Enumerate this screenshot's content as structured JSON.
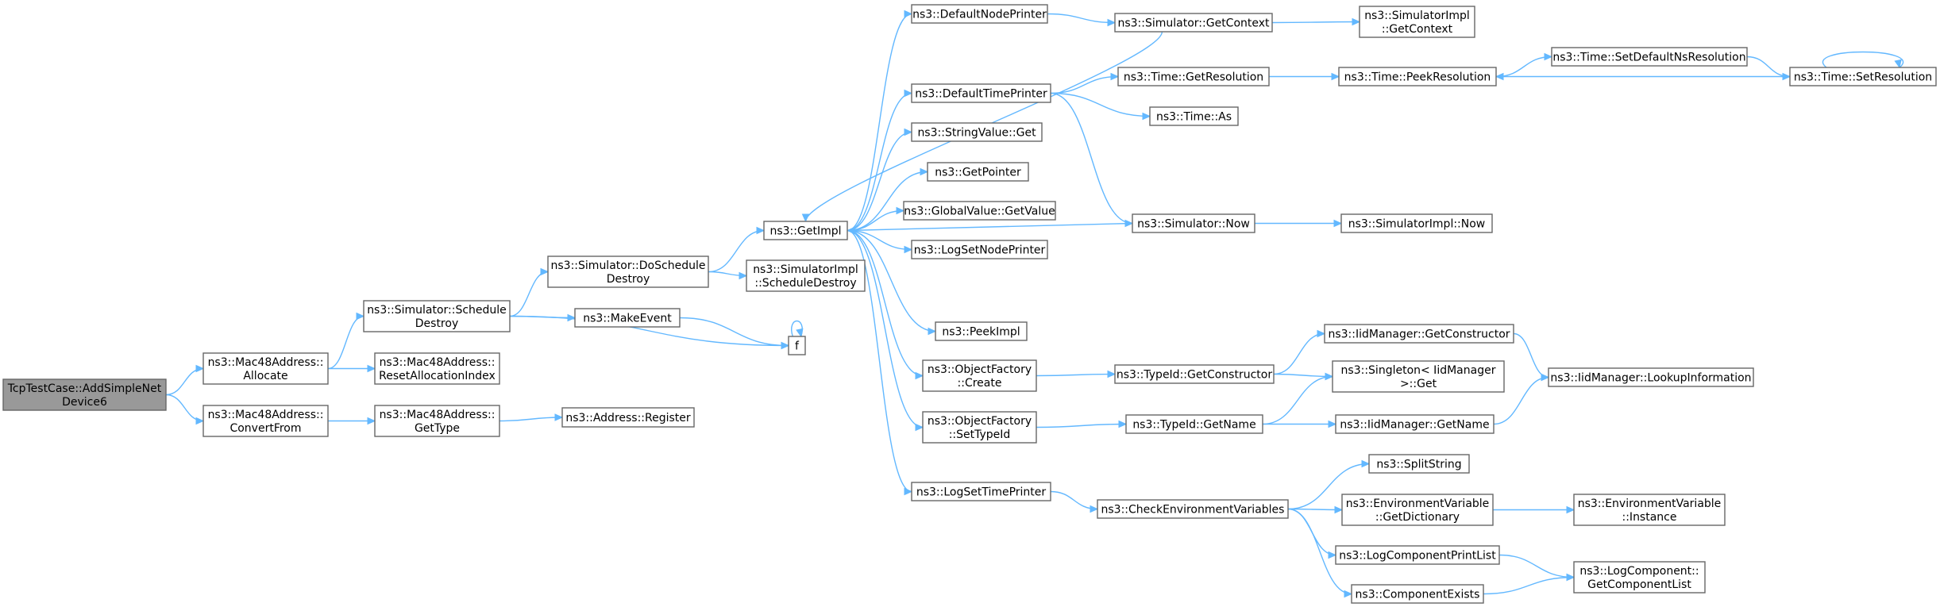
{
  "nodes": [
    {
      "id": "root",
      "lines": [
        "TcpTestCase::AddSimpleNet",
        "Device6"
      ],
      "root": true
    },
    {
      "id": "allocate",
      "lines": [
        "ns3::Mac48Address::",
        "Allocate"
      ]
    },
    {
      "id": "convertfrom",
      "lines": [
        "ns3::Mac48Address::",
        "ConvertFrom"
      ]
    },
    {
      "id": "scheduledestroy",
      "lines": [
        "ns3::Simulator::Schedule",
        "Destroy"
      ]
    },
    {
      "id": "resetalloc",
      "lines": [
        "ns3::Mac48Address::",
        "ResetAllocationIndex"
      ]
    },
    {
      "id": "gettype",
      "lines": [
        "ns3::Mac48Address::",
        "GetType"
      ]
    },
    {
      "id": "register",
      "lines": [
        "ns3::Address::Register"
      ]
    },
    {
      "id": "doschedule",
      "lines": [
        "ns3::Simulator::DoSchedule",
        "Destroy"
      ]
    },
    {
      "id": "makeevent",
      "lines": [
        "ns3::MakeEvent"
      ]
    },
    {
      "id": "f",
      "lines": [
        "f"
      ]
    },
    {
      "id": "getimpl",
      "lines": [
        "ns3::GetImpl"
      ]
    },
    {
      "id": "implscheddestroy",
      "lines": [
        "ns3::SimulatorImpl",
        "::ScheduleDestroy"
      ]
    },
    {
      "id": "defnodeprinter",
      "lines": [
        "ns3::DefaultNodePrinter"
      ]
    },
    {
      "id": "deftimeprinter",
      "lines": [
        "ns3::DefaultTimePrinter"
      ]
    },
    {
      "id": "stringvalueget",
      "lines": [
        "ns3::StringValue::Get"
      ]
    },
    {
      "id": "getpointer",
      "lines": [
        "ns3::GetPointer"
      ]
    },
    {
      "id": "globalvalue",
      "lines": [
        "ns3::GlobalValue::GetValue"
      ]
    },
    {
      "id": "lognodeprinter",
      "lines": [
        "ns3::LogSetNodePrinter"
      ]
    },
    {
      "id": "peekimpl",
      "lines": [
        "ns3::PeekImpl"
      ]
    },
    {
      "id": "ofcreate",
      "lines": [
        "ns3::ObjectFactory",
        "::Create"
      ]
    },
    {
      "id": "ofsettypeid",
      "lines": [
        "ns3::ObjectFactory",
        "::SetTypeId"
      ]
    },
    {
      "id": "logtimeprinter",
      "lines": [
        "ns3::LogSetTimePrinter"
      ]
    },
    {
      "id": "simgetcontext",
      "lines": [
        "ns3::Simulator::GetContext"
      ]
    },
    {
      "id": "timegetres",
      "lines": [
        "ns3::Time::GetResolution"
      ]
    },
    {
      "id": "timeas",
      "lines": [
        "ns3::Time::As"
      ]
    },
    {
      "id": "simnow",
      "lines": [
        "ns3::Simulator::Now"
      ]
    },
    {
      "id": "typeidgetctor",
      "lines": [
        "ns3::TypeId::GetConstructor"
      ]
    },
    {
      "id": "typeidgetname",
      "lines": [
        "ns3::TypeId::GetName"
      ]
    },
    {
      "id": "checkenv",
      "lines": [
        "ns3::CheckEnvironmentVariables"
      ]
    },
    {
      "id": "implgetcontext",
      "lines": [
        "ns3::SimulatorImpl",
        "::GetContext"
      ]
    },
    {
      "id": "peekres",
      "lines": [
        "ns3::Time::PeekResolution"
      ]
    },
    {
      "id": "implnow",
      "lines": [
        "ns3::SimulatorImpl::Now"
      ]
    },
    {
      "id": "iidgetctor",
      "lines": [
        "ns3::IidManager::GetConstructor"
      ]
    },
    {
      "id": "singletonget",
      "lines": [
        "ns3::Singleton< IidManager",
        ">::Get"
      ]
    },
    {
      "id": "iidgetname",
      "lines": [
        "ns3::IidManager::GetName"
      ]
    },
    {
      "id": "splitstring",
      "lines": [
        "ns3::SplitString"
      ]
    },
    {
      "id": "envgetdict",
      "lines": [
        "ns3::EnvironmentVariable",
        "::GetDictionary"
      ]
    },
    {
      "id": "logcompprint",
      "lines": [
        "ns3::LogComponentPrintList"
      ]
    },
    {
      "id": "compexists",
      "lines": [
        "ns3::ComponentExists"
      ]
    },
    {
      "id": "setdefns",
      "lines": [
        "ns3::Time::SetDefaultNsResolution"
      ]
    },
    {
      "id": "setres",
      "lines": [
        "ns3::Time::SetResolution"
      ]
    },
    {
      "id": "iidlookup",
      "lines": [
        "ns3::IidManager::LookupInformation"
      ]
    },
    {
      "id": "envinstance",
      "lines": [
        "ns3::EnvironmentVariable",
        "::Instance"
      ]
    },
    {
      "id": "logcomplist",
      "lines": [
        "ns3::LogComponent::",
        "GetComponentList"
      ]
    }
  ],
  "edges": [
    [
      "root",
      "allocate"
    ],
    [
      "root",
      "convertfrom"
    ],
    [
      "allocate",
      "scheduledestroy"
    ],
    [
      "allocate",
      "resetalloc"
    ],
    [
      "convertfrom",
      "gettype"
    ],
    [
      "gettype",
      "register"
    ],
    [
      "scheduledestroy",
      "doschedule"
    ],
    [
      "scheduledestroy",
      "makeevent"
    ],
    [
      "scheduledestroy",
      "f"
    ],
    [
      "makeevent",
      "f"
    ],
    [
      "f",
      "f"
    ],
    [
      "doschedule",
      "getimpl"
    ],
    [
      "doschedule",
      "implscheddestroy"
    ],
    [
      "getimpl",
      "defnodeprinter"
    ],
    [
      "getimpl",
      "deftimeprinter"
    ],
    [
      "getimpl",
      "stringvalueget"
    ],
    [
      "getimpl",
      "getpointer"
    ],
    [
      "getimpl",
      "globalvalue"
    ],
    [
      "getimpl",
      "lognodeprinter"
    ],
    [
      "getimpl",
      "peekimpl"
    ],
    [
      "getimpl",
      "ofcreate"
    ],
    [
      "getimpl",
      "ofsettypeid"
    ],
    [
      "getimpl",
      "logtimeprinter"
    ],
    [
      "defnodeprinter",
      "simgetcontext"
    ],
    [
      "simgetcontext",
      "getimpl"
    ],
    [
      "simgetcontext",
      "implgetcontext"
    ],
    [
      "deftimeprinter",
      "timegetres"
    ],
    [
      "deftimeprinter",
      "timeas"
    ],
    [
      "deftimeprinter",
      "simnow"
    ],
    [
      "timegetres",
      "peekres"
    ],
    [
      "peekres",
      "setdefns"
    ],
    [
      "setdefns",
      "setres"
    ],
    [
      "setres",
      "peekres"
    ],
    [
      "setres",
      "setres"
    ],
    [
      "simnow",
      "getimpl"
    ],
    [
      "simnow",
      "implnow"
    ],
    [
      "ofcreate",
      "typeidgetctor"
    ],
    [
      "typeidgetctor",
      "iidgetctor"
    ],
    [
      "typeidgetctor",
      "singletonget"
    ],
    [
      "iidgetctor",
      "iidlookup"
    ],
    [
      "ofsettypeid",
      "typeidgetname"
    ],
    [
      "typeidgetname",
      "singletonget"
    ],
    [
      "typeidgetname",
      "iidgetname"
    ],
    [
      "iidgetname",
      "iidlookup"
    ],
    [
      "logtimeprinter",
      "checkenv"
    ],
    [
      "checkenv",
      "splitstring"
    ],
    [
      "checkenv",
      "envgetdict"
    ],
    [
      "checkenv",
      "logcompprint"
    ],
    [
      "checkenv",
      "compexists"
    ],
    [
      "envgetdict",
      "envinstance"
    ],
    [
      "logcompprint",
      "logcomplist"
    ],
    [
      "compexists",
      "logcomplist"
    ]
  ]
}
